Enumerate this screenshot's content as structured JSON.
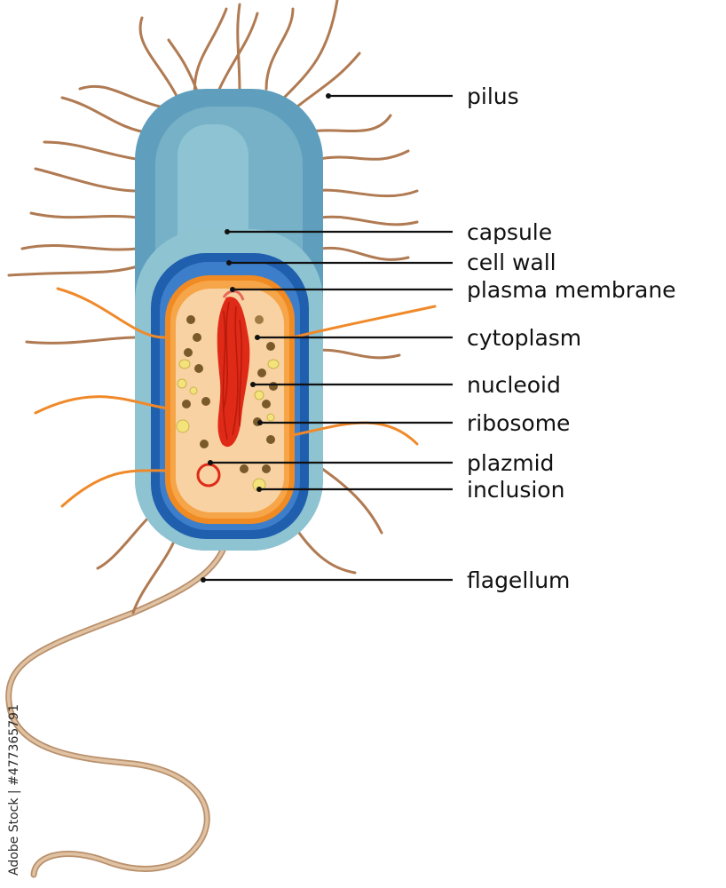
{
  "labels": {
    "pilus": "pilus",
    "capsule": "capsule",
    "cell_wall": "cell wall",
    "plasma_membrane": "plasma membrane",
    "cytoplasm": "cytoplasm",
    "nucleoid": "nucleoid",
    "ribosome": "ribosome",
    "plazmid": "plazmid",
    "inclusion": "inclusion",
    "flagellum": "flagellum"
  },
  "side_text": "Adobe Stock | #477365791",
  "colors": {
    "capsule": "#5f9fbd",
    "capsule_light": "#8ec3d2",
    "cell_wall": "#1f5fae",
    "membrane": "#f08a23",
    "cytoplasm": "#f9d2a3",
    "nucleoid": "#e02a18",
    "ribosome": "#7a5a2a",
    "inclusion": "#f4e27a",
    "pilus": "#b07a52",
    "flagellum": "#c8a27c"
  }
}
